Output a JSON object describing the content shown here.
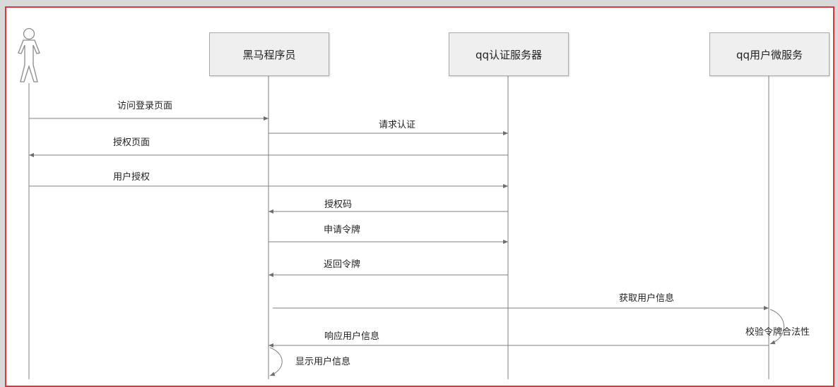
{
  "participants": {
    "developer": "黑马程序员",
    "auth_server": "qq认证服务器",
    "user_service": "qq用户微服务"
  },
  "messages": {
    "m1": "访问登录页面",
    "m2": "请求认证",
    "m3": "授权页面",
    "m4": "用户授权",
    "m5": "授权码",
    "m6": "申请令牌",
    "m7": "返回令牌",
    "m8": "获取用户信息",
    "m9": "校验令牌合法性",
    "m10": "响应用户信息",
    "m11": "显示用户信息"
  },
  "colors": {
    "frame_border": "#e0343c",
    "lines": "#7f7f7f"
  }
}
